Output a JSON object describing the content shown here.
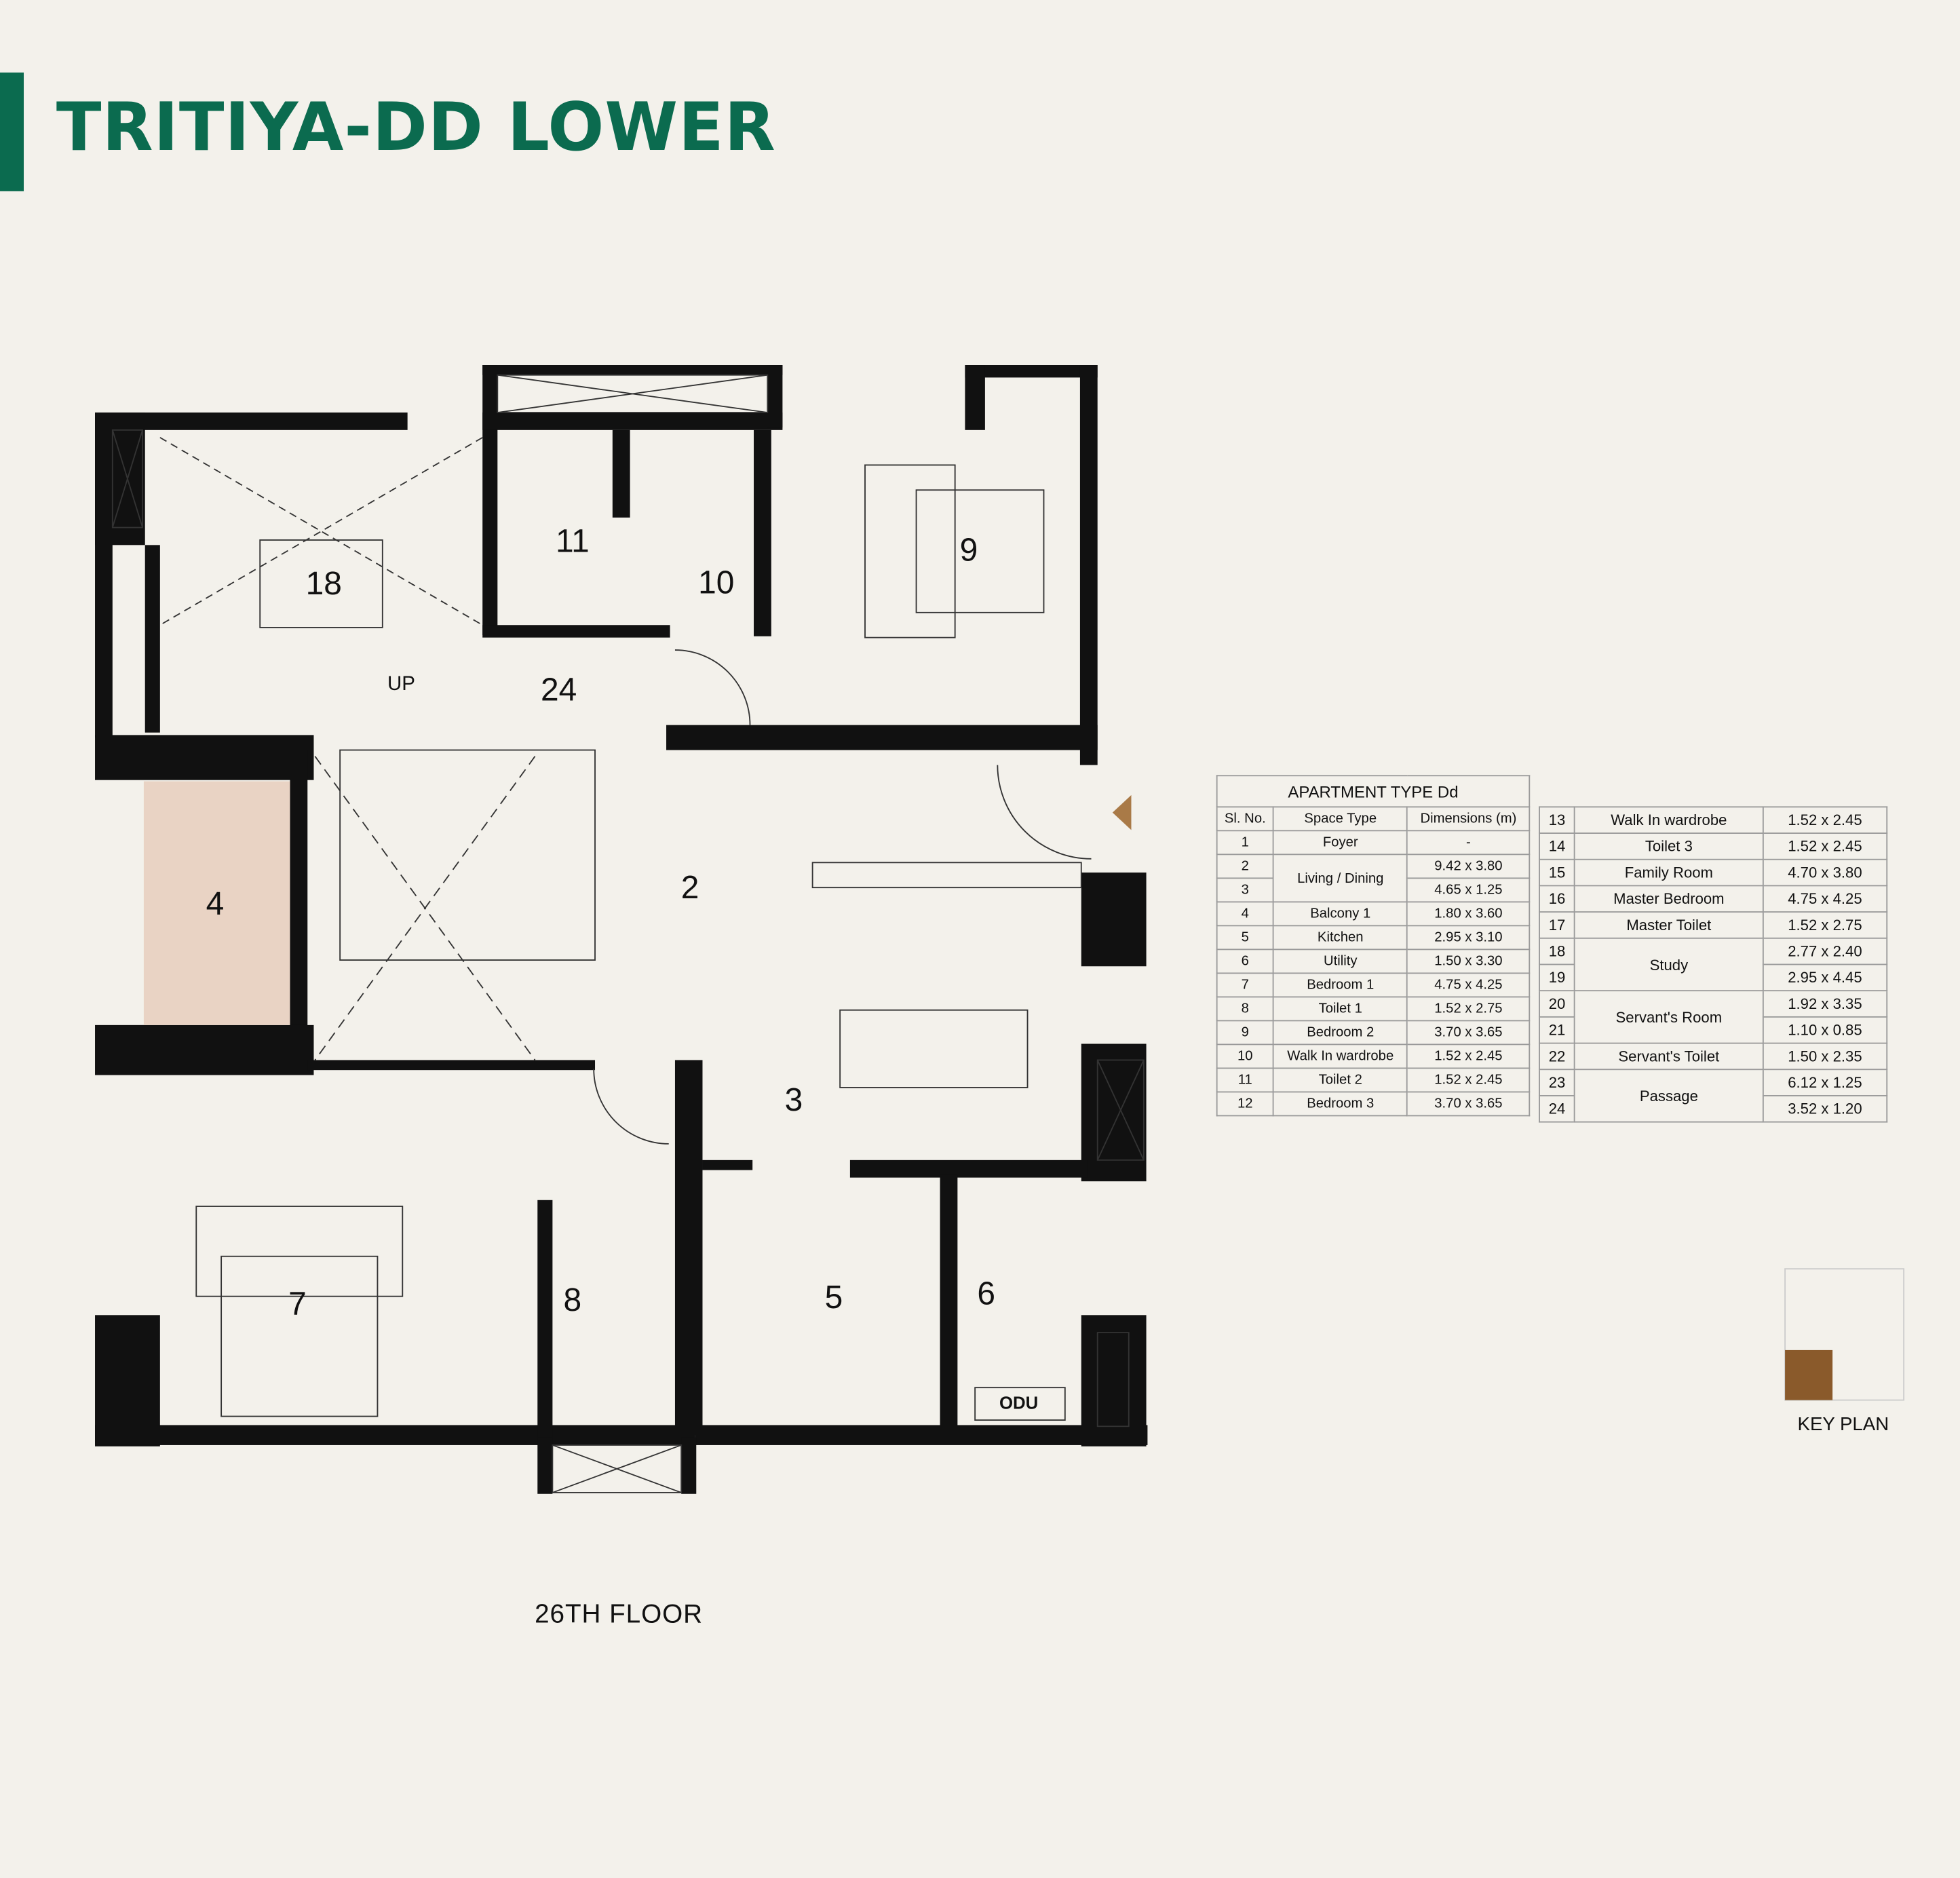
{
  "header": {
    "title": "TRITIYA-DD LOWER"
  },
  "plan": {
    "room_labels": [
      "18",
      "11",
      "10",
      "9",
      "UP",
      "24",
      "2",
      "4",
      "3",
      "7",
      "8",
      "5",
      "6",
      "ODU"
    ],
    "floor_label": "26TH FLOOR",
    "key_plan_label": "KEY PLAN",
    "colors": {
      "brand": "#0b6b4f",
      "highlight": "#8a5a2b"
    }
  },
  "table1": {
    "title": "APARTMENT TYPE Dd",
    "headers": [
      "Sl. No.",
      "Space Type",
      "Dimensions (m)"
    ],
    "rows": [
      {
        "no": "1",
        "type": "Foyer",
        "dim": "-"
      },
      {
        "no": "2",
        "type": "Living / Dining",
        "dim": "9.42 x 3.80"
      },
      {
        "no": "3",
        "type": "",
        "dim": "4.65 x 1.25"
      },
      {
        "no": "4",
        "type": "Balcony 1",
        "dim": "1.80 x 3.60"
      },
      {
        "no": "5",
        "type": "Kitchen",
        "dim": "2.95 x 3.10"
      },
      {
        "no": "6",
        "type": "Utility",
        "dim": "1.50 x 3.30"
      },
      {
        "no": "7",
        "type": "Bedroom 1",
        "dim": "4.75 x 4.25"
      },
      {
        "no": "8",
        "type": "Toilet 1",
        "dim": "1.52 x 2.75"
      },
      {
        "no": "9",
        "type": "Bedroom 2",
        "dim": "3.70 x 3.65"
      },
      {
        "no": "10",
        "type": "Walk In wardrobe",
        "dim": "1.52 x 2.45"
      },
      {
        "no": "11",
        "type": "Toilet 2",
        "dim": "1.52 x 2.45"
      },
      {
        "no": "12",
        "type": "Bedroom 3",
        "dim": "3.70 x 3.65"
      }
    ]
  },
  "table2": {
    "rows": [
      {
        "no": "13",
        "type": "Walk In wardrobe",
        "dim": "1.52 x 2.45"
      },
      {
        "no": "14",
        "type": "Toilet 3",
        "dim": "1.52 x 2.45"
      },
      {
        "no": "15",
        "type": "Family Room",
        "dim": "4.70 x 3.80"
      },
      {
        "no": "16",
        "type": "Master Bedroom",
        "dim": "4.75 x 4.25"
      },
      {
        "no": "17",
        "type": "Master Toilet",
        "dim": "1.52 x 2.75"
      },
      {
        "no": "18",
        "type": "Study",
        "dim": "2.77 x 2.40"
      },
      {
        "no": "19",
        "type": "",
        "dim": "2.95 x 4.45"
      },
      {
        "no": "20",
        "type": "Servant's Room",
        "dim": "1.92 x 3.35"
      },
      {
        "no": "21",
        "type": "",
        "dim": "1.10 x 0.85"
      },
      {
        "no": "22",
        "type": "Servant's Toilet",
        "dim": "1.50 x 2.35"
      },
      {
        "no": "23",
        "type": "Passage",
        "dim": "6.12 x 1.25"
      },
      {
        "no": "24",
        "type": "",
        "dim": "3.52 x 1.20"
      }
    ]
  }
}
